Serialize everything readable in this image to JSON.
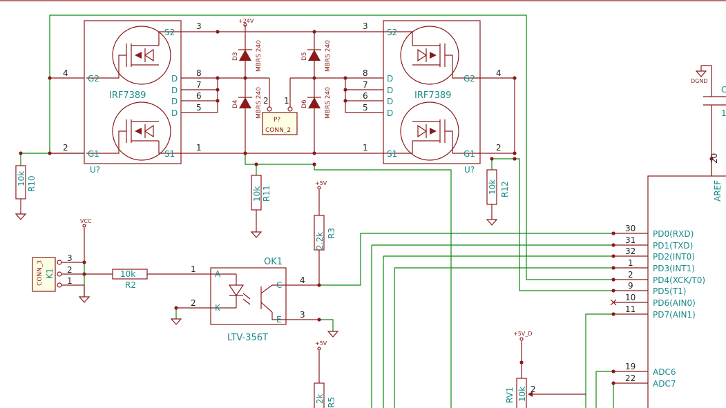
{
  "components": {
    "u_left": {
      "ref": "U?",
      "value": "IRF7389",
      "pins": {
        "s2": "S2",
        "g2": "G2",
        "g1": "G1",
        "s1": "S1",
        "d": "D"
      },
      "numbers": {
        "s2": "3",
        "g2": "4",
        "g1": "2",
        "s1": "1",
        "d8": "8",
        "d7": "7",
        "d6": "6",
        "d5": "5"
      }
    },
    "u_right": {
      "ref": "U?",
      "value": "IRF7389",
      "pins": {
        "s2": "S2",
        "g2": "G2",
        "g1": "G1",
        "s1": "S1",
        "d": "D"
      },
      "numbers": {
        "s2": "3",
        "g2": "4",
        "g1": "2",
        "s1": "1",
        "d8": "8",
        "d7": "7",
        "d6": "6",
        "d5": "5"
      }
    },
    "diodes": [
      {
        "ref": "D3",
        "value": "MBRS 240"
      },
      {
        "ref": "D4",
        "value": "MBRS 240"
      },
      {
        "ref": "D5",
        "value": "MBRS 240"
      },
      {
        "ref": "D6",
        "value": "MBRS 240"
      }
    ],
    "connector_p": {
      "ref": "P?",
      "value": "CONN_2",
      "pin2": "2",
      "pin1": "1"
    },
    "resistors": [
      {
        "ref": "R10",
        "value": "10k"
      },
      {
        "ref": "R11",
        "value": "10k"
      },
      {
        "ref": "R12",
        "value": "10k"
      },
      {
        "ref": "R3",
        "value": "2.2k"
      },
      {
        "ref": "R2",
        "value": "10k"
      },
      {
        "ref": "R5",
        "value": "2k"
      }
    ],
    "connector_k1": {
      "ref": "K1",
      "value": "CONN_3",
      "pins": [
        "3",
        "2",
        "1"
      ]
    },
    "optocoupler": {
      "ref": "OK1",
      "value": "LTV-356T",
      "pins": {
        "a": "A",
        "k": "K",
        "c": "C",
        "e": "E"
      },
      "numbers": {
        "a": "1",
        "k": "2",
        "c": "4",
        "e": "3"
      }
    },
    "pot": {
      "ref": "RV1",
      "value": "10k",
      "wiper": "2"
    },
    "mcu": {
      "pins": [
        {
          "num": "30",
          "name": "PD0(RXD)"
        },
        {
          "num": "31",
          "name": "PD1(TXD)"
        },
        {
          "num": "32",
          "name": "PD2(INT0)"
        },
        {
          "num": "1",
          "name": "PD3(INT1)"
        },
        {
          "num": "2",
          "name": "PD4(XCK/T0)"
        },
        {
          "num": "9",
          "name": "PD5(T1)"
        },
        {
          "num": "10",
          "name": "PD6(AIN0)"
        },
        {
          "num": "11",
          "name": "PD7(AIN1)"
        },
        {
          "num": "19",
          "name": "ADC6"
        },
        {
          "num": "22",
          "name": "ADC7"
        }
      ],
      "aref": {
        "num": "20",
        "name": "AREF"
      }
    }
  },
  "power": {
    "p24v": "+24V",
    "p5v": "+5V",
    "p5vd": "+5V_D",
    "vcc": "VCC",
    "dgnd": "DGND"
  },
  "misc": {
    "cap_ref_fragment": "C",
    "cap_val_fragment": "1"
  }
}
